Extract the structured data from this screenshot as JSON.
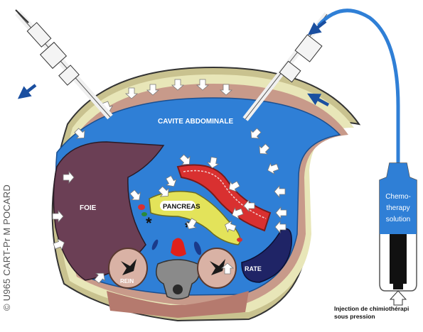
{
  "credit": "© U965 CART-Pr M POCARD",
  "labels": {
    "cavity": "CAVITE ABDOMINALE",
    "liver": "FOIE",
    "pancreas": "PANCREAS",
    "kidney": "REIN",
    "spleen": "RATE",
    "asterisk": "*"
  },
  "bottle": {
    "line1": "Chemo-",
    "line2": "therapy",
    "line3": "solution"
  },
  "injection": {
    "line1": "Injection de chimiothérapi",
    "line2": "sous pression"
  },
  "colors": {
    "cavity_fluid": "#2f7fd6",
    "liver": "#6b3f55",
    "pancreas": "#e3e35a",
    "wall_muscle": "#c89a8a",
    "fat": "#e8e6b8",
    "flow_arrows": "#1a4fa0"
  }
}
